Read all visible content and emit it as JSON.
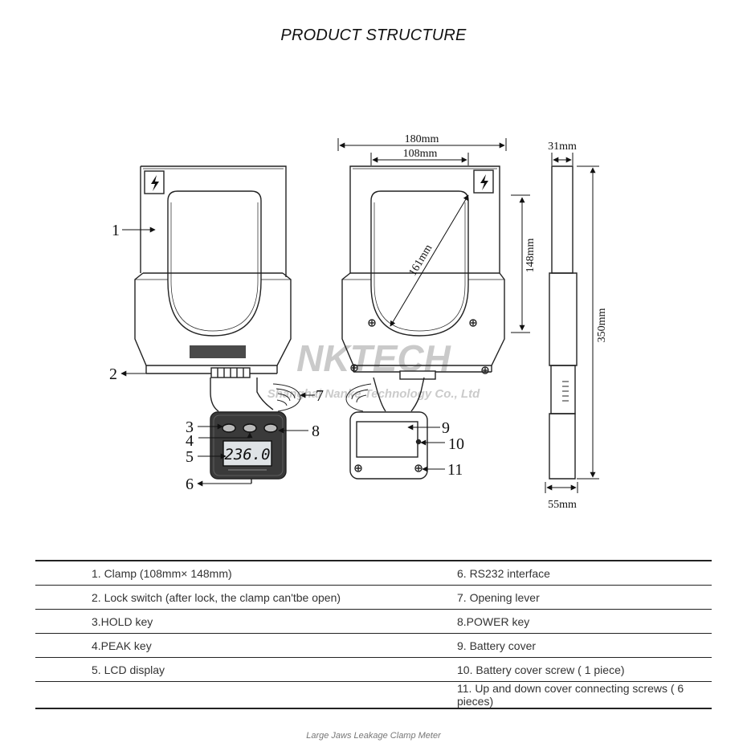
{
  "title": "PRODUCT STRUCTURE",
  "watermark": {
    "line1": "NKTECH",
    "line2": "Shanghai Nanke Technology Co., Ltd"
  },
  "dimensions": {
    "total_width": "180mm",
    "jaw_width": "108mm",
    "jaw_height": "148mm",
    "jaw_diagonal": "161mm",
    "thickness_top": "31mm",
    "thickness_bottom": "55mm",
    "total_length": "350mm"
  },
  "callouts": [
    "1",
    "2",
    "3",
    "4",
    "5",
    "6",
    "7",
    "8",
    "9",
    "10",
    "11"
  ],
  "lcd": {
    "reading": "236.0"
  },
  "parts_table": [
    [
      "1. Clamp (108mm× 148mm)",
      "6. RS232 interface"
    ],
    [
      "2. Lock switch (after lock, the clamp can'tbe open)",
      "7. Opening lever"
    ],
    [
      "3.HOLD key",
      "8.POWER key"
    ],
    [
      "4.PEAK key",
      "9. Battery cover"
    ],
    [
      "5. LCD display",
      "10. Battery cover screw ( 1 piece)"
    ],
    [
      "",
      "11. Up and down cover connecting screws ( 6 pieces)"
    ]
  ],
  "caption": "Large Jaws Leakage Clamp Meter",
  "colors": {
    "line": "#222222",
    "panel": "#3a3a3a",
    "lcd": "#dfe3e6"
  }
}
